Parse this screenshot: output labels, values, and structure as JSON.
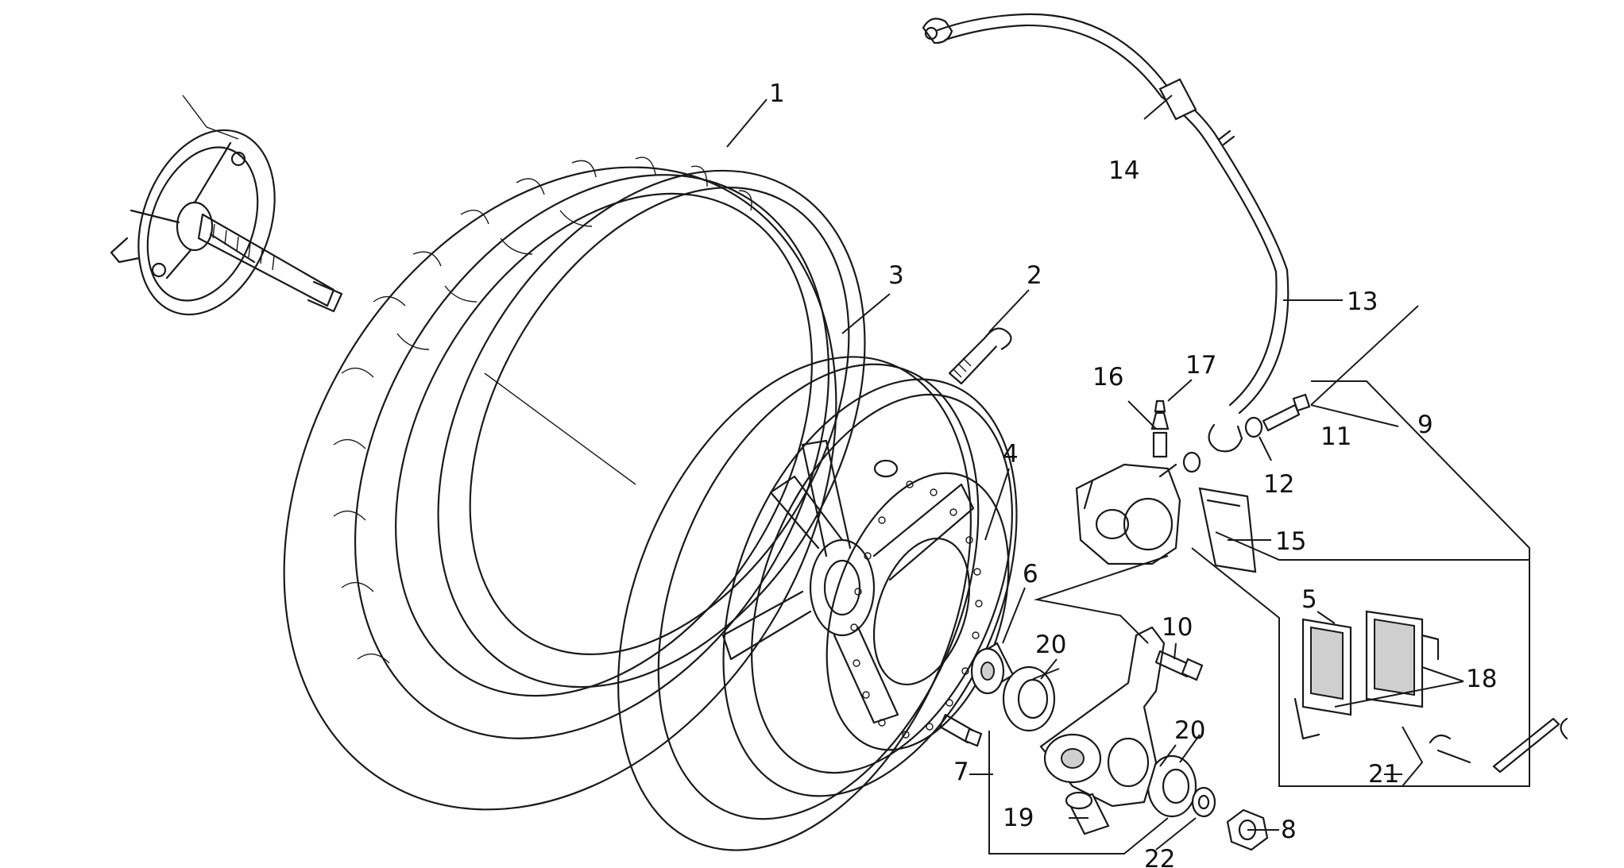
{
  "callouts": [
    {
      "id": "1",
      "label": "1"
    },
    {
      "id": "2",
      "label": "2"
    },
    {
      "id": "3",
      "label": "3"
    },
    {
      "id": "4",
      "label": "4"
    },
    {
      "id": "5",
      "label": "5"
    },
    {
      "id": "6",
      "label": "6"
    },
    {
      "id": "7",
      "label": "7"
    },
    {
      "id": "8",
      "label": "8"
    },
    {
      "id": "9",
      "label": "9"
    },
    {
      "id": "10",
      "label": "10"
    },
    {
      "id": "11",
      "label": "11"
    },
    {
      "id": "12",
      "label": "12"
    },
    {
      "id": "13",
      "label": "13"
    },
    {
      "id": "14",
      "label": "14"
    },
    {
      "id": "15",
      "label": "15"
    },
    {
      "id": "16",
      "label": "16"
    },
    {
      "id": "17",
      "label": "17"
    },
    {
      "id": "18",
      "label": "18"
    },
    {
      "id": "19",
      "label": "19"
    },
    {
      "id": "20a",
      "label": "20"
    },
    {
      "id": "20b",
      "label": "20"
    },
    {
      "id": "21",
      "label": "21"
    },
    {
      "id": "22",
      "label": "22"
    }
  ]
}
